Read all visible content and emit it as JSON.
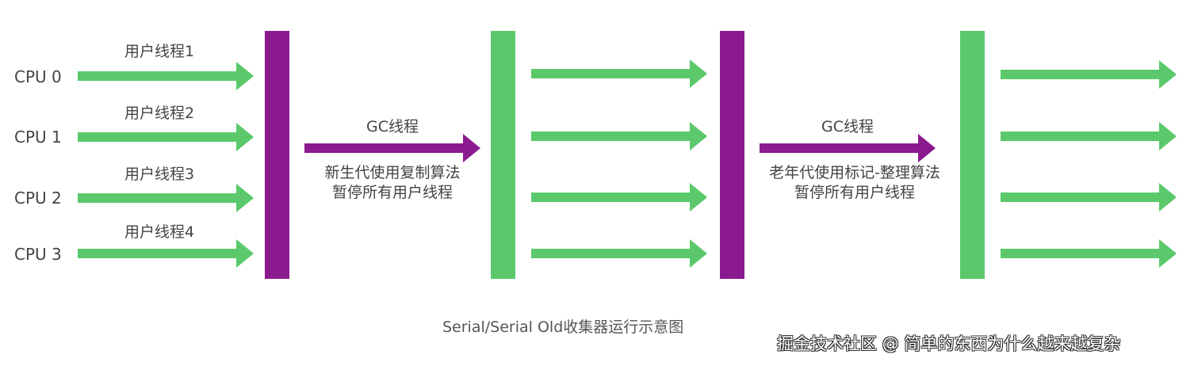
{
  "diagram": {
    "title": "Serial/Serial Old收集器运行示意图",
    "watermark": "掘金技术社区 @ 简单的东西为什么越来越复杂",
    "colors": {
      "user_thread": "#5bc96b",
      "gc_thread": "#8b1a8f",
      "text": "#444444",
      "background": "#ffffff"
    },
    "cpus": [
      {
        "label": "CPU 0",
        "thread": "用户线程1"
      },
      {
        "label": "CPU 1",
        "thread": "用户线程2"
      },
      {
        "label": "CPU 2",
        "thread": "用户线程3"
      },
      {
        "label": "CPU 3",
        "thread": "用户线程4"
      }
    ],
    "gc_phases": [
      {
        "title": "GC线程",
        "line1": "新生代使用复制算法",
        "line2": "暂停所有用户线程"
      },
      {
        "title": "GC线程",
        "line1": "老年代使用标记-整理算法",
        "line2": "暂停所有用户线程"
      }
    ],
    "icons": {
      "user_thread_arrow": "right-arrow-green",
      "gc_thread_arrow": "right-arrow-purple",
      "safepoint_bar": "vertical-bar"
    }
  }
}
